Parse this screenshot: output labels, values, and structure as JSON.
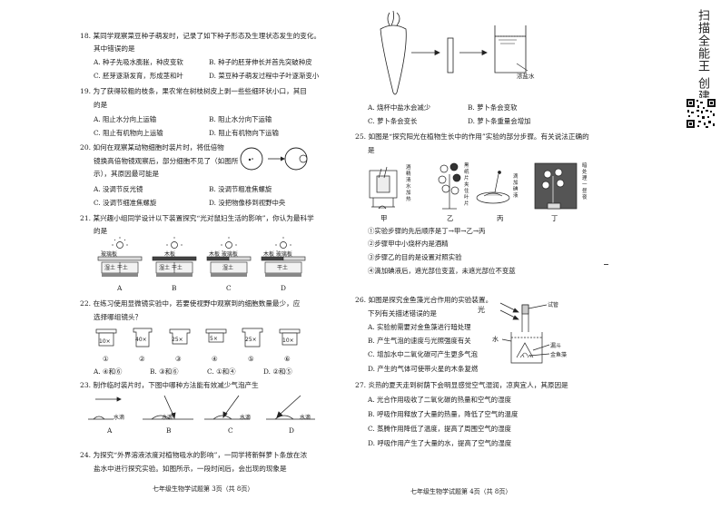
{
  "left": {
    "q18": {
      "stem": "18. 某同学观察菜豆种子萌发时，记录了如下种子形态及生理状态发生的变化。",
      "sub": "其中错误的是",
      "a": "A. 种子先吸水膨胀，种皮变软",
      "b": "B. 种子的胚芽伸长并首先突破种皮",
      "c": "C. 胚芽逐渐发育，形成茎和叶",
      "d": "D. 菜豆种子萌发过程中子叶逐渐变小"
    },
    "q19": {
      "stem": "19. 为了获得较粗的枝条，果农常在树枝树皮上剥一些些细环状小口，其目",
      "sub": "的是",
      "a": "A. 阻止水分向上运输",
      "b": "B. 阻止水分向下运输",
      "c": "C. 阻止有机物向上运输",
      "d": "D. 阻止有机物向下运输"
    },
    "q20": {
      "stem": "20. 如何在观察某动物细胞时装片时，将低倍物",
      "l2": "镜换高倍物镜观察后，部分细胞不见了（如图所",
      "l3": "示），其原因最可能是",
      "a": "A. 没调节反光镜",
      "b": "B. 没调节粗准焦螺旋",
      "c": "C. 没调节细准焦螺旋",
      "d": "D. 没把物像移到视野中央"
    },
    "q21": {
      "stem": "21. 某兴趣小组同学设计以下装置探究“光对鼠妇生活的影响”，你认为最科学",
      "sub": "的是",
      "setups": [
        {
          "cover": "玻璃板",
          "soil": "湿土 干土",
          "letter": "A"
        },
        {
          "cover": "木板",
          "soil": "湿土 干土",
          "letter": "B"
        },
        {
          "cover": "木板 玻璃板",
          "soil": "湿土",
          "letter": "C"
        },
        {
          "cover": "木板 玻璃板",
          "soil": "干土",
          "letter": "D"
        }
      ]
    },
    "q22": {
      "stem": "22. 在练习使用显微镜实验中，若要使视野中观察到的细胞数量最少，应",
      "sub": "选择哪组镜头？",
      "lenses": [
        {
          "mag": "10×",
          "num": "①"
        },
        {
          "mag": "40×",
          "num": "②"
        },
        {
          "mag": "25×",
          "num": "③"
        },
        {
          "mag": "5×",
          "num": "④"
        },
        {
          "mag": "25×",
          "num": "⑤"
        },
        {
          "mag": "10×",
          "num": "⑥"
        }
      ],
      "a": "A. ④和⑥",
      "b": "B. ③和⑥",
      "c": "C. ①和④",
      "d": "D. ②和⑤"
    },
    "q23": {
      "stem": "23. 制作临时装片时，下图中哪种方法能有效减少气泡产生",
      "water": "水滴",
      "letters": [
        "A",
        "B",
        "C",
        "D"
      ]
    },
    "q24": {
      "stem": "24. 为探究“外界溶液浓度对植物吸水的影响”，一同学将新鲜萝卜条放在浓",
      "l2": "盐水中进行探究实验。如图所示，一段时间后，会出现的现象是"
    },
    "footer": "七年级生物学试题第 3页（共 8页）"
  },
  "right": {
    "q24_fig": {
      "label": "浓盐水"
    },
    "q24_opts": {
      "a": "A. 烧杯中盐水会减少",
      "b": "B. 萝卜条会变软",
      "c": "C. 萝卜条会变长",
      "d": "D. 萝卜条重量会增加"
    },
    "q25": {
      "stem": "25. 如图是“探究阳光在植物生长中的作用”实验的部分步骤。有关说法正确的",
      "sub": "是",
      "fig_labels": {
        "boil": "酒精 清水 加热",
        "paper": "黑纸片 夹住 叶片",
        "iodine": "滴加 碘液",
        "dark": "暗处理一 昼夜"
      },
      "steps": [
        "甲",
        "乙",
        "丙",
        "丁"
      ],
      "o1": "①实验步骤的先后顺序是丁→甲→乙→丙",
      "o2": "②步骤甲中小烧杯内是酒精",
      "o3": "③步骤乙的目的是设置对照实验",
      "o4": "④滴加碘液后，遮光部位变蓝，未遮光部位不变蓝"
    },
    "q26": {
      "stem": "26. 如图是探究金鱼藻光合作用的实验装置。",
      "sub": "下列有关描述错误的是",
      "a": "A. 实验前需要对金鱼藻进行暗处理",
      "b": "B. 产生气泡的速度与光照强度有关",
      "c": "C. 增加水中二氧化碳可产生更多气泡",
      "d": "D. 产生的气体可使带火星的木条复燃",
      "fig": {
        "light": "光",
        "tube": "试管",
        "water": "水",
        "funnel": "漏斗",
        "plant": "金鱼藻"
      }
    },
    "q27": {
      "stem": "27. 炎热的夏天走到树荫下会明显感觉空气湿润，凉爽宜人，其原因是",
      "a": "A. 光合作用吸收了二氧化碳的热量和空气的湿度",
      "b": "B. 呼吸作用释放了大量的热量，降低了空气的温度",
      "c": "C. 蒸腾作用降低了温度，提高了周围空气的湿度",
      "d": "D. 呼吸作用产生了大量的水，提高了空气的湿度"
    },
    "footer": "七年级生物学试题第 4页（共 8页）"
  },
  "watermark": "扫描全能王 创建"
}
